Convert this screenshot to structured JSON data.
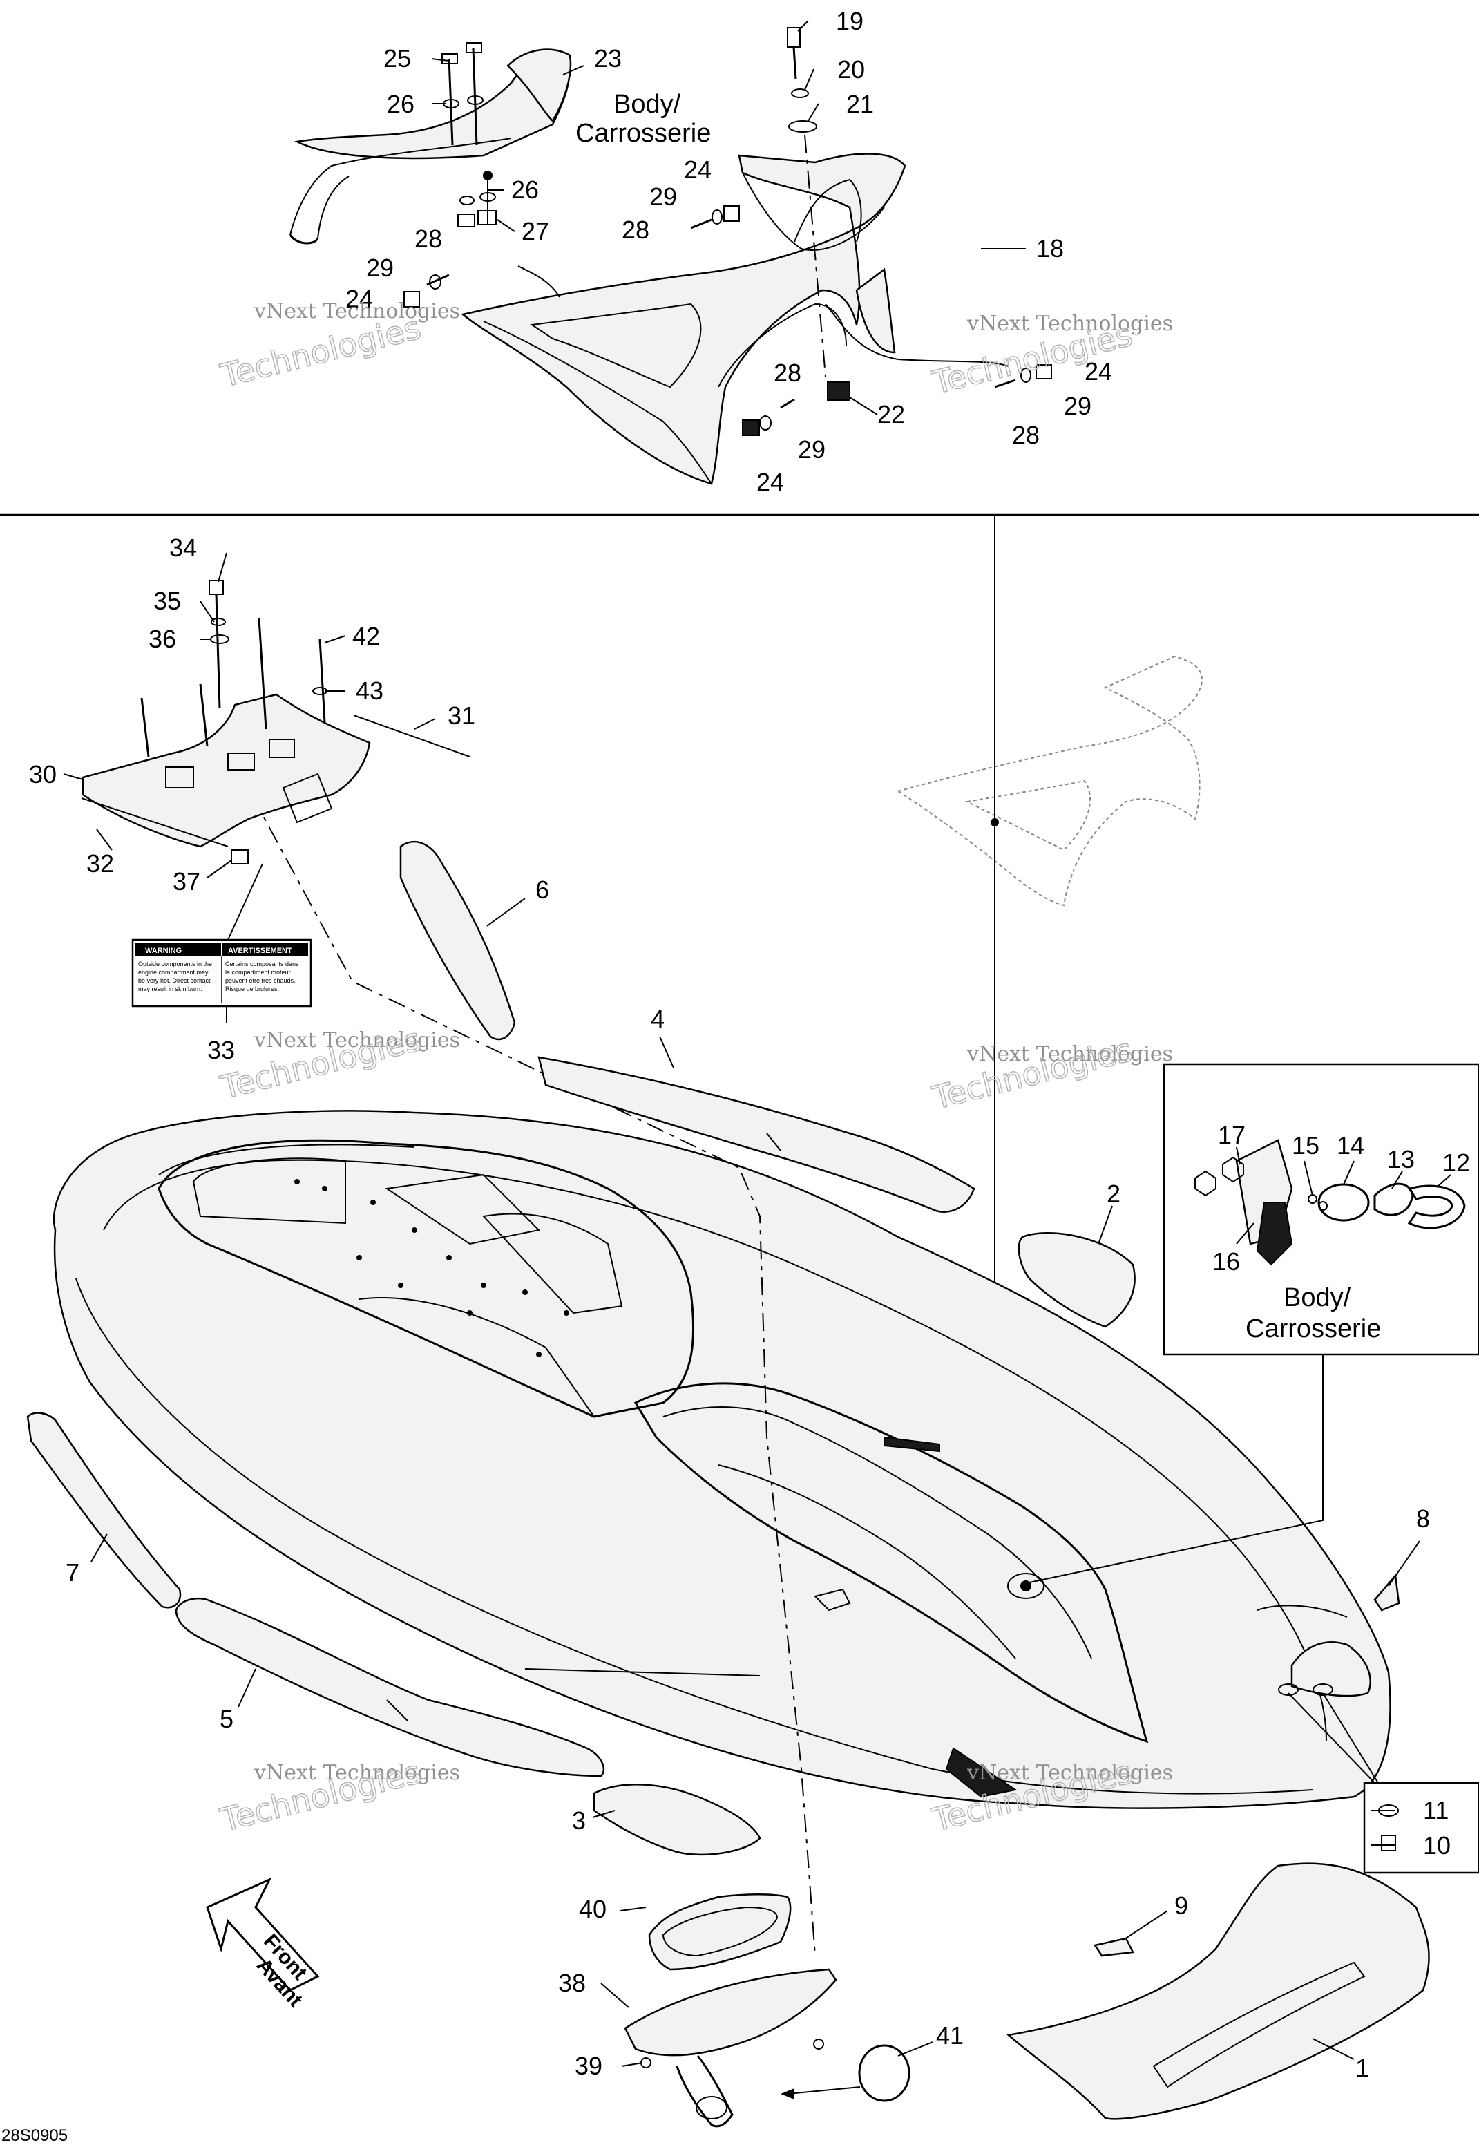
{
  "diagram": {
    "reference_code": "28S0905",
    "body_label_line1": "Body/",
    "body_label_line2": "Carrosserie",
    "front_label_line1": "Front",
    "front_label_line2": "Avant",
    "watermark_line1": "vNext Technologies",
    "watermark_line2": "Technologies",
    "warning_label": {
      "left_title": "WARNING",
      "right_title": "AVERTISSEMENT",
      "left_text": [
        "Outside components in the",
        "engine compartment may",
        "be very hot. Direct contact",
        "may result in skin burn."
      ],
      "right_text": [
        "Certains composants dans",
        "le compartiment moteur",
        "peuvent etre tres chauds.",
        "Risque de brulures."
      ]
    },
    "callouts": [
      "1",
      "2",
      "3",
      "4",
      "5",
      "6",
      "7",
      "8",
      "9",
      "10",
      "11",
      "12",
      "13",
      "14",
      "15",
      "16",
      "17",
      "18",
      "19",
      "20",
      "21",
      "22",
      "23",
      "24",
      "25",
      "26",
      "27",
      "28",
      "29",
      "30",
      "31",
      "32",
      "33",
      "34",
      "35",
      "36",
      "37",
      "38",
      "39",
      "40",
      "41",
      "42",
      "43"
    ]
  }
}
